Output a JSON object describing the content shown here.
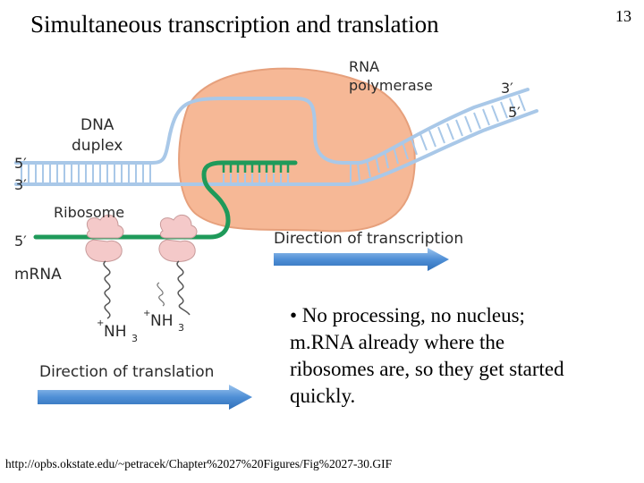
{
  "slide": {
    "title": "Simultaneous transcription and translation",
    "number": "13",
    "bullet": "• No processing, no nucleus; m.RNA already where the ribosomes are, so they get started quickly.",
    "source_url": "http://opbs.okstate.edu/~petracek/Chapter%2027%20Figures/Fig%2027-30.GIF"
  },
  "diagram": {
    "rna_polymerase_line1": "RNA",
    "rna_polymerase_line2": "polymerase",
    "three_prime_right": "3′",
    "five_prime_right": "5′",
    "dna_duplex_line1": "DNA",
    "dna_duplex_line2": "duplex",
    "five_prime_left": "5′",
    "three_prime_left": "3′",
    "ribosome": "Ribosome",
    "mrna_five_prime": "5′",
    "mrna": "mRNA",
    "nh3_plus_1": "+",
    "nh3_1": "NH",
    "nh3_sub_1": "3",
    "nh3_plus_2": "+",
    "nh3_2": "NH",
    "nh3_sub_2": "3",
    "direction_transcription": "Direction of transcription",
    "direction_translation": "Direction of translation",
    "colors": {
      "dna": "#a9c8e8",
      "polymerase": "#f6b896",
      "polymerase_outline": "#d88f6a",
      "mrna": "#1f9a5a",
      "ribosome": "#f4c9c9",
      "arrow": "#4f8fd6"
    }
  }
}
